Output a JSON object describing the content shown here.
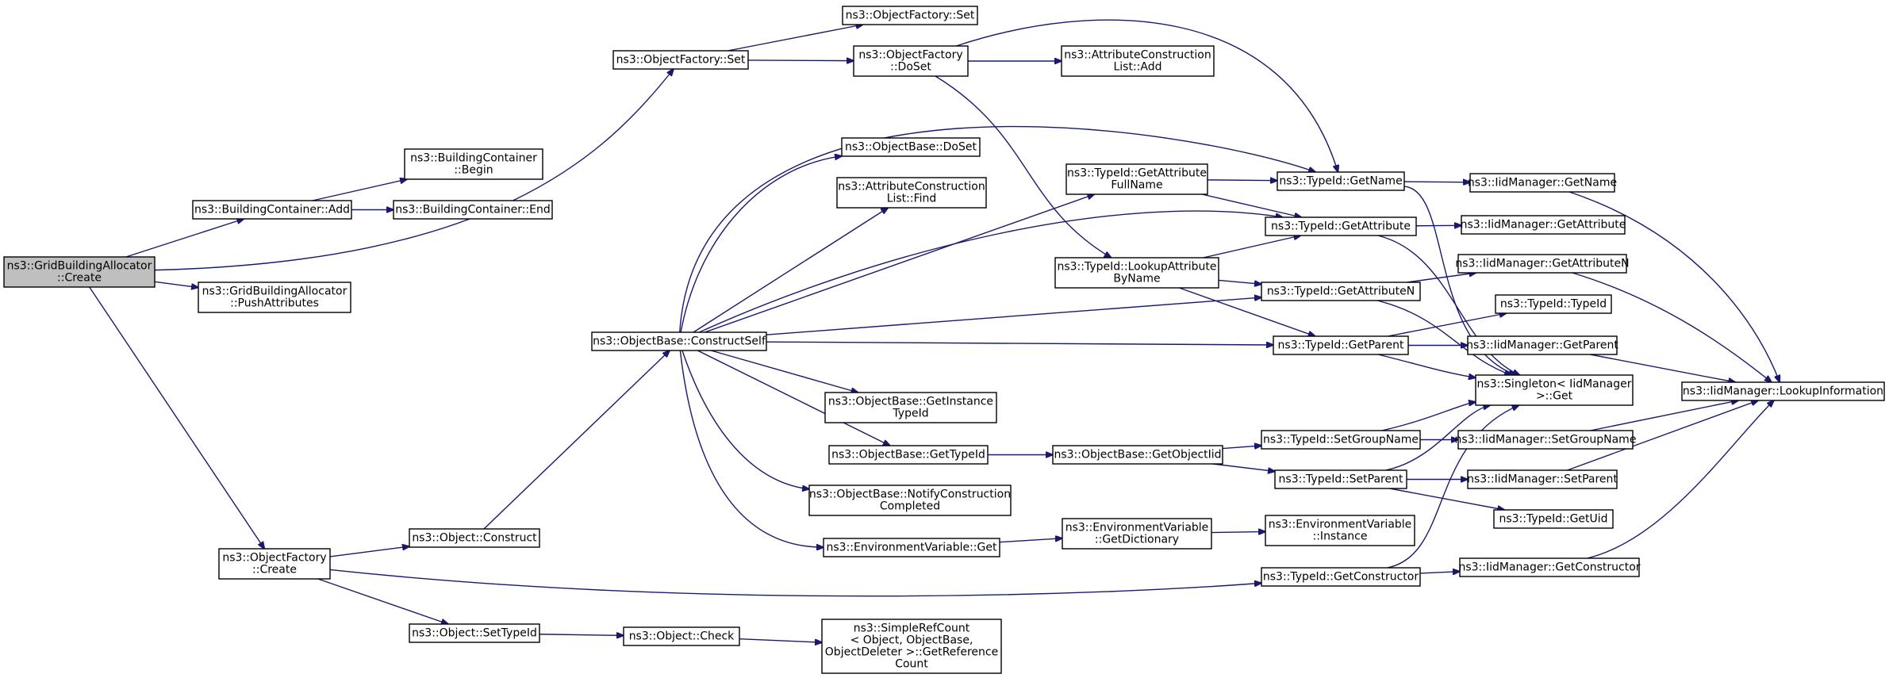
{
  "graph": {
    "edge_color": "#191970",
    "root_fill": "#bfbfbf",
    "nodes": [
      {
        "id": "grid_create",
        "lines": [
          "ns3::GridBuildingAllocator",
          "::Create"
        ],
        "root": true
      },
      {
        "id": "bc_add",
        "lines": [
          "ns3::BuildingContainer::Add"
        ]
      },
      {
        "id": "bc_begin",
        "lines": [
          "ns3::BuildingContainer",
          "::Begin"
        ]
      },
      {
        "id": "bc_end",
        "lines": [
          "ns3::BuildingContainer::End"
        ]
      },
      {
        "id": "grid_push",
        "lines": [
          "ns3::GridBuildingAllocator",
          "::PushAttributes"
        ]
      },
      {
        "id": "of_set",
        "lines": [
          "ns3::ObjectFactory::Set"
        ]
      },
      {
        "id": "of_set2",
        "lines": [
          "ns3::ObjectFactory::Set"
        ]
      },
      {
        "id": "of_doset",
        "lines": [
          "ns3::ObjectFactory",
          "::DoSet"
        ]
      },
      {
        "id": "acl_add",
        "lines": [
          "ns3::AttributeConstruction",
          "List::Add"
        ]
      },
      {
        "id": "ob_doset",
        "lines": [
          "ns3::ObjectBase::DoSet"
        ]
      },
      {
        "id": "acl_find",
        "lines": [
          "ns3::AttributeConstruction",
          "List::Find"
        ]
      },
      {
        "id": "ob_construct",
        "lines": [
          "ns3::ObjectBase::ConstructSelf"
        ]
      },
      {
        "id": "tid_getattrfull",
        "lines": [
          "ns3::TypeId::GetAttribute",
          "FullName"
        ]
      },
      {
        "id": "tid_lookup",
        "lines": [
          "ns3::TypeId::LookupAttribute",
          "ByName"
        ]
      },
      {
        "id": "tid_getname",
        "lines": [
          "ns3::TypeId::GetName"
        ]
      },
      {
        "id": "tid_getattr",
        "lines": [
          "ns3::TypeId::GetAttribute"
        ]
      },
      {
        "id": "tid_getattrn",
        "lines": [
          "ns3::TypeId::GetAttributeN"
        ]
      },
      {
        "id": "tid_getparent",
        "lines": [
          "ns3::TypeId::GetParent"
        ]
      },
      {
        "id": "iid_getname",
        "lines": [
          "ns3::IidManager::GetName"
        ]
      },
      {
        "id": "iid_getattr",
        "lines": [
          "ns3::IidManager::GetAttribute"
        ]
      },
      {
        "id": "iid_getattrn",
        "lines": [
          "ns3::IidManager::GetAttributeN"
        ]
      },
      {
        "id": "tid_typeid",
        "lines": [
          "ns3::TypeId::TypeId"
        ]
      },
      {
        "id": "iid_getparent",
        "lines": [
          "ns3::IidManager::GetParent"
        ]
      },
      {
        "id": "singleton_get",
        "lines": [
          "ns3::Singleton< IidManager",
          ">::Get"
        ]
      },
      {
        "id": "iid_lookup",
        "lines": [
          "ns3::IidManager::LookupInformation"
        ]
      },
      {
        "id": "ob_getinst",
        "lines": [
          "ns3::ObjectBase::GetInstance",
          "TypeId"
        ]
      },
      {
        "id": "ob_gettypeid",
        "lines": [
          "ns3::ObjectBase::GetTypeId"
        ]
      },
      {
        "id": "ob_getobjiid",
        "lines": [
          "ns3::ObjectBase::GetObjectIid"
        ]
      },
      {
        "id": "tid_setgroup",
        "lines": [
          "ns3::TypeId::SetGroupName"
        ]
      },
      {
        "id": "iid_setgroup",
        "lines": [
          "ns3::IidManager::SetGroupName"
        ]
      },
      {
        "id": "tid_setparent",
        "lines": [
          "ns3::TypeId::SetParent"
        ]
      },
      {
        "id": "iid_setparent",
        "lines": [
          "ns3::IidManager::SetParent"
        ]
      },
      {
        "id": "tid_getuid",
        "lines": [
          "ns3::TypeId::GetUid"
        ]
      },
      {
        "id": "ob_notify",
        "lines": [
          "ns3::ObjectBase::NotifyConstruction",
          "Completed"
        ]
      },
      {
        "id": "env_get",
        "lines": [
          "ns3::EnvironmentVariable::Get"
        ]
      },
      {
        "id": "env_getdict",
        "lines": [
          "ns3::EnvironmentVariable",
          "::GetDictionary"
        ]
      },
      {
        "id": "env_instance",
        "lines": [
          "ns3::EnvironmentVariable",
          "::Instance"
        ]
      },
      {
        "id": "of_create",
        "lines": [
          "ns3::ObjectFactory",
          "::Create"
        ]
      },
      {
        "id": "obj_construct",
        "lines": [
          "ns3::Object::Construct"
        ]
      },
      {
        "id": "tid_getctor",
        "lines": [
          "ns3::TypeId::GetConstructor"
        ]
      },
      {
        "id": "iid_getctor",
        "lines": [
          "ns3::IidManager::GetConstructor"
        ]
      },
      {
        "id": "obj_settypeid",
        "lines": [
          "ns3::Object::SetTypeId"
        ]
      },
      {
        "id": "obj_check",
        "lines": [
          "ns3::Object::Check"
        ]
      },
      {
        "id": "refcount",
        "lines": [
          "ns3::SimpleRefCount",
          "< Object, ObjectBase,",
          "ObjectDeleter >::GetReference",
          "Count"
        ]
      }
    ],
    "edges": [
      [
        "grid_create",
        "bc_add"
      ],
      [
        "grid_create",
        "of_set"
      ],
      [
        "grid_create",
        "grid_push"
      ],
      [
        "grid_create",
        "of_create"
      ],
      [
        "bc_add",
        "bc_begin"
      ],
      [
        "bc_add",
        "bc_end"
      ],
      [
        "of_set",
        "of_set2"
      ],
      [
        "of_set",
        "of_doset"
      ],
      [
        "of_doset",
        "acl_add"
      ],
      [
        "of_doset",
        "tid_getname"
      ],
      [
        "of_doset",
        "tid_lookup"
      ],
      [
        "ob_construct",
        "ob_doset"
      ],
      [
        "ob_construct",
        "acl_find"
      ],
      [
        "ob_construct",
        "tid_getattrfull"
      ],
      [
        "ob_construct",
        "tid_getname"
      ],
      [
        "ob_construct",
        "tid_getattr"
      ],
      [
        "ob_construct",
        "tid_getattrn"
      ],
      [
        "ob_construct",
        "tid_getparent"
      ],
      [
        "ob_construct",
        "ob_getinst"
      ],
      [
        "ob_construct",
        "ob_gettypeid"
      ],
      [
        "ob_construct",
        "ob_notify"
      ],
      [
        "ob_construct",
        "env_get"
      ],
      [
        "tid_getattrfull",
        "tid_getname"
      ],
      [
        "tid_getattrfull",
        "tid_getattr"
      ],
      [
        "tid_lookup",
        "tid_getattr"
      ],
      [
        "tid_lookup",
        "tid_getattrn"
      ],
      [
        "tid_lookup",
        "tid_getparent"
      ],
      [
        "tid_getname",
        "iid_getname"
      ],
      [
        "tid_getname",
        "singleton_get"
      ],
      [
        "tid_getattr",
        "iid_getattr"
      ],
      [
        "tid_getattr",
        "singleton_get"
      ],
      [
        "tid_getattrn",
        "iid_getattrn"
      ],
      [
        "tid_getattrn",
        "singleton_get"
      ],
      [
        "tid_getparent",
        "tid_typeid"
      ],
      [
        "tid_getparent",
        "iid_getparent"
      ],
      [
        "tid_getparent",
        "singleton_get"
      ],
      [
        "iid_getname",
        "iid_lookup"
      ],
      [
        "iid_getattrn",
        "iid_lookup"
      ],
      [
        "iid_getparent",
        "iid_lookup"
      ],
      [
        "ob_gettypeid",
        "ob_getobjiid"
      ],
      [
        "ob_getobjiid",
        "tid_setgroup"
      ],
      [
        "ob_getobjiid",
        "tid_setparent"
      ],
      [
        "tid_setgroup",
        "iid_setgroup"
      ],
      [
        "tid_setgroup",
        "singleton_get"
      ],
      [
        "tid_setparent",
        "iid_setparent"
      ],
      [
        "tid_setparent",
        "tid_getuid"
      ],
      [
        "tid_setparent",
        "singleton_get"
      ],
      [
        "iid_setgroup",
        "iid_lookup"
      ],
      [
        "iid_setparent",
        "iid_lookup"
      ],
      [
        "env_get",
        "env_getdict"
      ],
      [
        "env_getdict",
        "env_instance"
      ],
      [
        "of_create",
        "obj_construct"
      ],
      [
        "of_create",
        "tid_getctor"
      ],
      [
        "of_create",
        "obj_settypeid"
      ],
      [
        "obj_construct",
        "ob_construct"
      ],
      [
        "tid_getctor",
        "iid_getctor"
      ],
      [
        "tid_getctor",
        "singleton_get"
      ],
      [
        "iid_getctor",
        "iid_lookup"
      ],
      [
        "obj_settypeid",
        "obj_check"
      ],
      [
        "obj_check",
        "refcount"
      ]
    ]
  }
}
